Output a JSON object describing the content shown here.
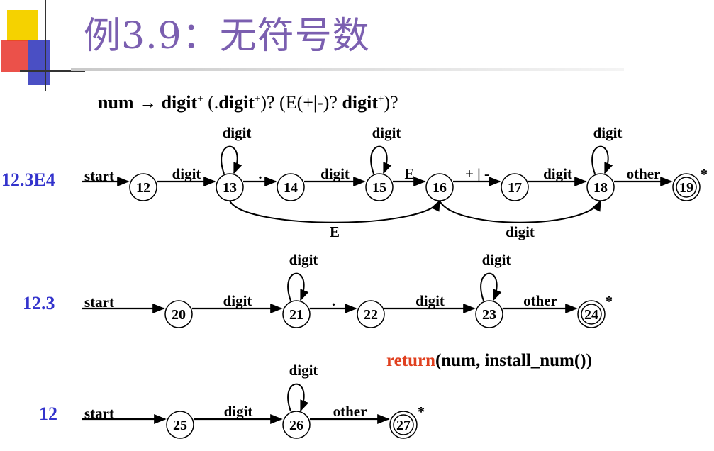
{
  "slide": {
    "title": "例3.9：无符号数",
    "colors": {
      "title": "#7b5fb0",
      "example": "#3333cc",
      "return_keyword": "#e0401f",
      "deco_yellow": "#f5d200",
      "deco_red": "#e8322a",
      "deco_blue": "#4a4fc4"
    }
  },
  "formula": {
    "num": "num",
    "arrow": "→",
    "digit1": "digit",
    "sup1": "+",
    "part2": " (.",
    "digit2": "digit",
    "sup2": "+",
    "part3": ")? (E(+|-)? ",
    "digit3": "digit",
    "sup3": "+",
    "part4": ")?"
  },
  "diagrams": [
    {
      "example": "12.3E4",
      "start_label": "start",
      "states": [
        {
          "id": "12",
          "accept": false
        },
        {
          "id": "13",
          "accept": false
        },
        {
          "id": "14",
          "accept": false
        },
        {
          "id": "15",
          "accept": false
        },
        {
          "id": "16",
          "accept": false
        },
        {
          "id": "17",
          "accept": false
        },
        {
          "id": "18",
          "accept": false
        },
        {
          "id": "19",
          "accept": true,
          "star": "*"
        }
      ],
      "edges": [
        {
          "from": "12",
          "to": "13",
          "label": "digit"
        },
        {
          "from": "13",
          "to": "13",
          "label": "digit"
        },
        {
          "from": "13",
          "to": "14",
          "label": "."
        },
        {
          "from": "14",
          "to": "15",
          "label": "digit"
        },
        {
          "from": "15",
          "to": "15",
          "label": "digit"
        },
        {
          "from": "15",
          "to": "16",
          "label": "E"
        },
        {
          "from": "16",
          "to": "17",
          "label": "+ | -"
        },
        {
          "from": "17",
          "to": "18",
          "label": "digit"
        },
        {
          "from": "18",
          "to": "18",
          "label": "digit"
        },
        {
          "from": "18",
          "to": "19",
          "label": "other"
        },
        {
          "from": "13",
          "to": "16",
          "label": "E"
        },
        {
          "from": "16",
          "to": "18",
          "label": "digit"
        }
      ]
    },
    {
      "example": "12.3",
      "start_label": "start",
      "states": [
        {
          "id": "20",
          "accept": false
        },
        {
          "id": "21",
          "accept": false
        },
        {
          "id": "22",
          "accept": false
        },
        {
          "id": "23",
          "accept": false
        },
        {
          "id": "24",
          "accept": true,
          "star": "*"
        }
      ],
      "edges": [
        {
          "from": "20",
          "to": "21",
          "label": "digit"
        },
        {
          "from": "21",
          "to": "21",
          "label": "digit"
        },
        {
          "from": "21",
          "to": "22",
          "label": "."
        },
        {
          "from": "22",
          "to": "23",
          "label": "digit"
        },
        {
          "from": "23",
          "to": "23",
          "label": "digit"
        },
        {
          "from": "23",
          "to": "24",
          "label": "other"
        }
      ]
    },
    {
      "example": "12",
      "start_label": "start",
      "states": [
        {
          "id": "25",
          "accept": false
        },
        {
          "id": "26",
          "accept": false
        },
        {
          "id": "27",
          "accept": true,
          "star": "*"
        }
      ],
      "edges": [
        {
          "from": "25",
          "to": "26",
          "label": "digit"
        },
        {
          "from": "26",
          "to": "26",
          "label": "digit"
        },
        {
          "from": "26",
          "to": "27",
          "label": "other"
        }
      ]
    }
  ],
  "return_statement": {
    "keyword": "return",
    "rest": "(num, install_num())"
  }
}
